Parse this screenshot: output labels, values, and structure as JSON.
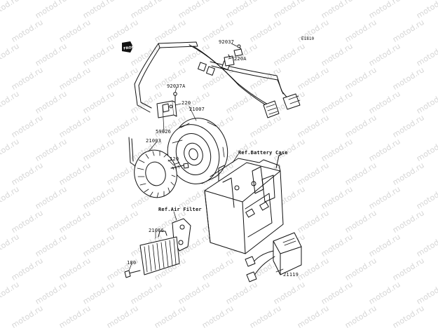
{
  "diagram": {
    "code": "E1810",
    "watermark": "motod.ru",
    "front_badge": "FRONT",
    "colors": {
      "line": "#111111",
      "watermark": "#c9c9c9",
      "background": "#ffffff"
    },
    "parts": [
      {
        "id": "92037",
        "label": "92037"
      },
      {
        "id": "220A",
        "label": "220A"
      },
      {
        "id": "92037A",
        "label": "92037A"
      },
      {
        "id": "220",
        "label": "220"
      },
      {
        "id": "21007",
        "label": "21007"
      },
      {
        "id": "59026",
        "label": "59026"
      },
      {
        "id": "21003",
        "label": "21003"
      },
      {
        "id": "120",
        "label": "120"
      },
      {
        "id": "21066",
        "label": "21066"
      },
      {
        "id": "180",
        "label": "180"
      },
      {
        "id": "21119",
        "label": "21119"
      }
    ],
    "references": [
      {
        "id": "battery",
        "label": "Ref.Battery Case"
      },
      {
        "id": "air",
        "label": "Ref.Air Filter"
      }
    ]
  }
}
